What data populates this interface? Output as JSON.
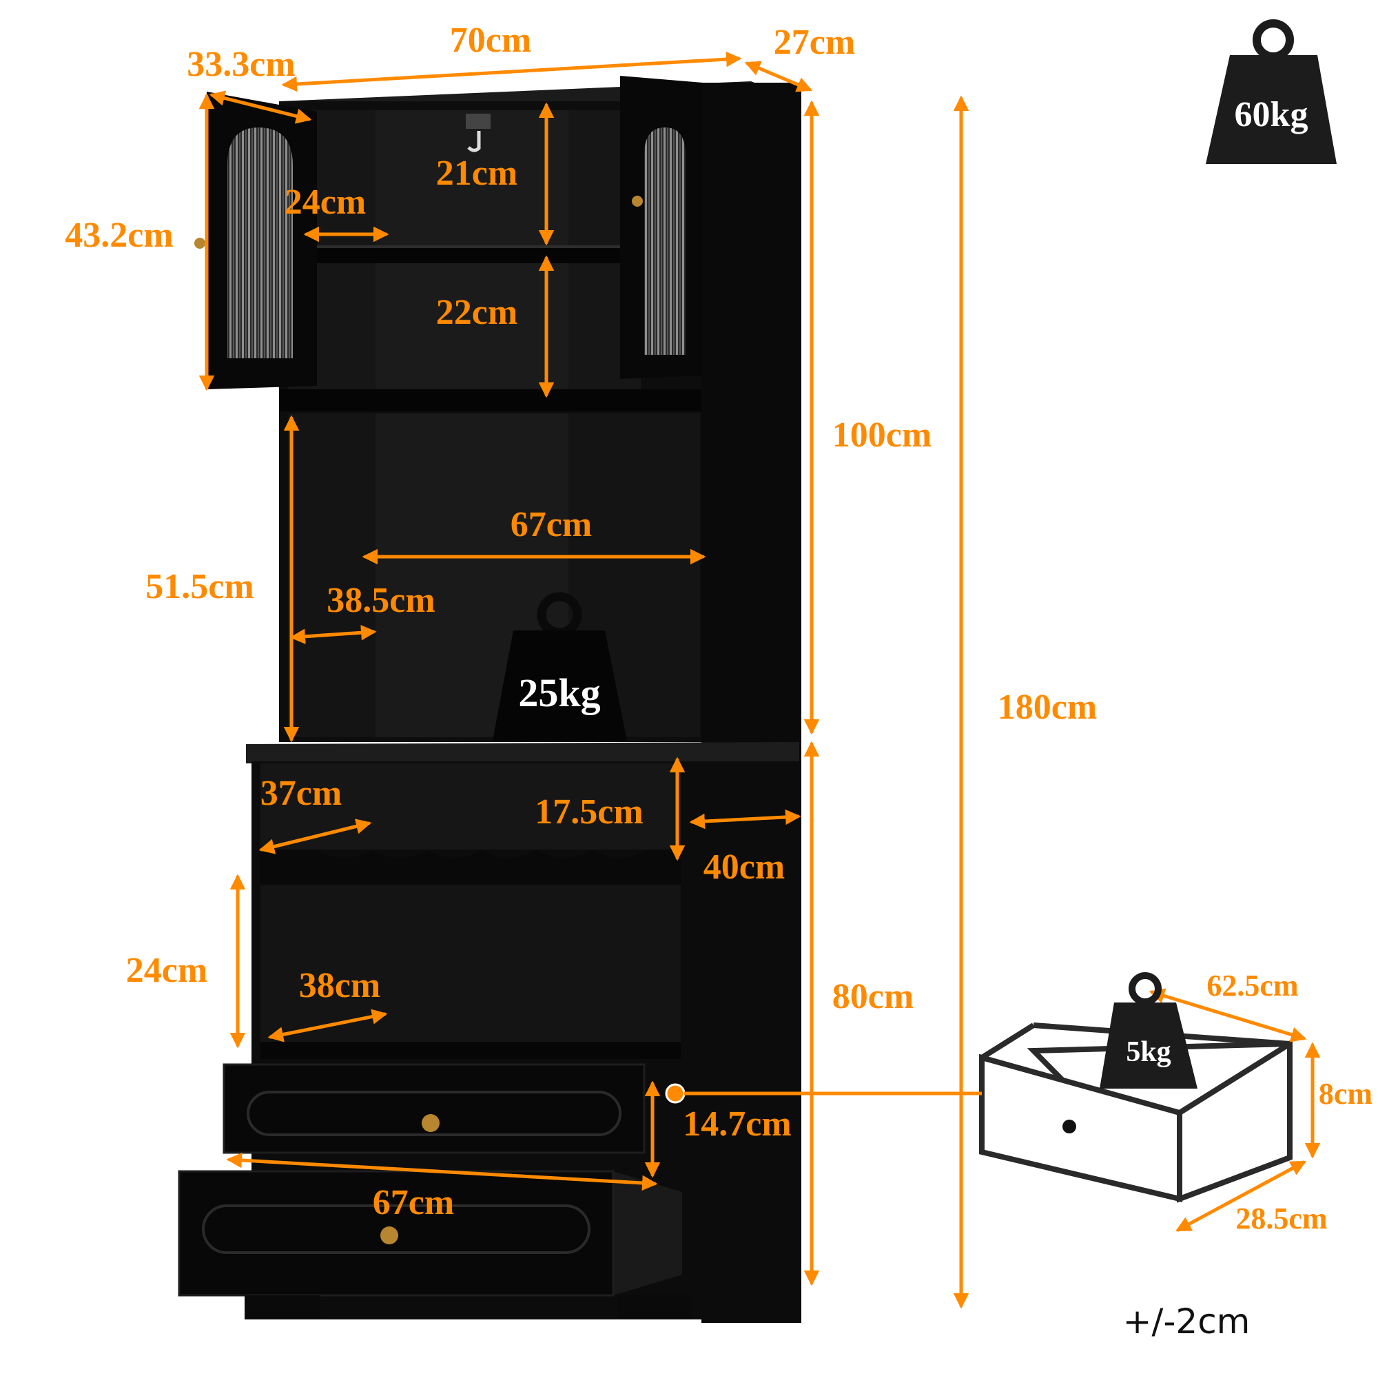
{
  "colors": {
    "accent": "#ff8a00",
    "cabinet": "#0c0c0c",
    "panel": "#1a1a1a",
    "weight_icon": "#1c1c1c",
    "knob": "#b8862e"
  },
  "dimensions": {
    "overall_width": "70cm",
    "depth": "27cm",
    "door_width": "33.3cm",
    "door_height": "43.2cm",
    "upper_shelf_depth": "24cm",
    "upper_shelf_top_height": "21cm",
    "upper_shelf_bottom_height": "22cm",
    "upper_section_height": "100cm",
    "total_height": "180cm",
    "open_shelf_width": "67cm",
    "open_shelf_height": "51.5cm",
    "open_shelf_depth": "38.5cm",
    "wine_rack_depth": "37cm",
    "wine_rack_height": "17.5cm",
    "base_depth": "40cm",
    "lower_shelf_height": "24cm",
    "lower_shelf_depth": "38cm",
    "base_height": "80cm",
    "drawer_height": "14.7cm",
    "drawer_width": "67cm",
    "drawer_inner_depth": "62.5cm",
    "drawer_inner_height": "8cm",
    "drawer_inner_width": "28.5cm"
  },
  "weights": {
    "total_capacity": "60kg",
    "shelf_capacity": "25kg",
    "drawer_capacity": "5kg"
  },
  "tolerance": "+/-2cm"
}
